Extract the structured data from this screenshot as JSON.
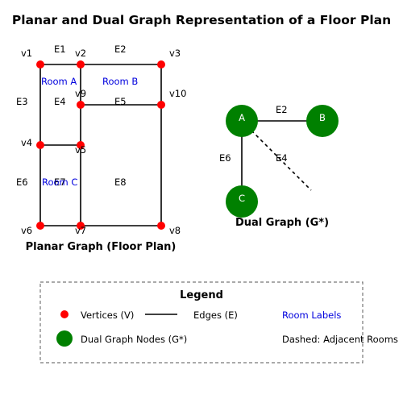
{
  "title": "Planar and Dual Graph Representation of a Floor Plan",
  "colors": {
    "vertex": "#ff0000",
    "dual_node": "#008000",
    "room_label": "#0000dd",
    "edge": "#000000"
  },
  "planar": {
    "caption": "Planar Graph (Floor Plan)",
    "vertices": [
      "v1",
      "v2",
      "v3",
      "v4",
      "v5",
      "v6",
      "v7",
      "v8",
      "v9",
      "v10"
    ],
    "edge_labels": [
      "E1",
      "E2",
      "E3",
      "E4",
      "E5",
      "E6",
      "E7",
      "E8"
    ],
    "room_labels": [
      "Room A",
      "Room B",
      "Room C"
    ]
  },
  "dual": {
    "caption": "Dual Graph (G*)",
    "nodes": [
      "A",
      "B",
      "C"
    ],
    "edge_labels": [
      "E2",
      "E6",
      "E4"
    ]
  },
  "legend": {
    "title": "Legend",
    "vertices": "Vertices (V)",
    "edges": "Edges (E)",
    "room_labels": "Room Labels",
    "dual_nodes": "Dual Graph Nodes (G*)",
    "dashed": "Dashed: Adjacent Rooms"
  }
}
